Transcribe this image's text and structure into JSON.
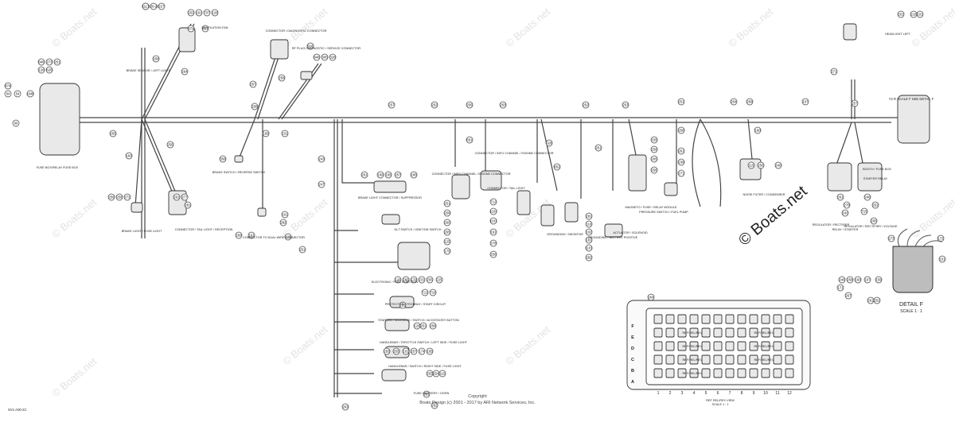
{
  "copyright": [
    "Copyright",
    "Boats Design (c) 2001 - 2017 by ARI Network Services, Inc."
  ],
  "watermark": "© Boats.net",
  "drawing_code": "SV1-A00-2C",
  "detail": {
    "title": "DETAIL F",
    "scale": "SCALE 1 : 1",
    "header": "Y2 R SCALE F  SEE DETAIL F"
  },
  "fusebox": {
    "rows": [
      "F",
      "E",
      "D",
      "C",
      "B",
      "A"
    ],
    "cols": [
      "1",
      "2",
      "3",
      "4",
      "5",
      "6",
      "7",
      "8",
      "9",
      "10",
      "11",
      "12"
    ],
    "labels": [
      "REF/REL/REV",
      "REF/REL/REV",
      "REF/REL/REV",
      "REF/REL/REV",
      "REF/REL/REV",
      "REF/REL/REV",
      "REF/REL/REV"
    ],
    "bottom_label": "REF REL/REV VIEW",
    "bottom_scale": "SCALE 1 : 1"
  },
  "callouts": [
    "221",
    "126-28",
    "227",
    "252",
    "161",
    "707",
    "126",
    "879",
    "831",
    "916",
    "946",
    "305",
    "328",
    "946",
    "273",
    "251",
    "126",
    "628",
    "874",
    "84",
    "54",
    "1048",
    "99",
    "258",
    "264",
    "257",
    "258",
    "258",
    "257",
    "252",
    "256",
    "250",
    "252",
    "253",
    "251",
    "254",
    "258",
    "107",
    "257",
    "255",
    "183",
    "256",
    "358",
    "165",
    "231",
    "243",
    "247",
    "251",
    "160",
    "165",
    "257",
    "185",
    "651",
    "628",
    "652",
    "251",
    "155",
    "256",
    "265",
    "256",
    "258",
    "261",
    "239",
    "271",
    "160",
    "115",
    "256",
    "240",
    "261",
    "278",
    "246",
    "252",
    "242",
    "715",
    "265",
    "261",
    "216",
    "101",
    "271",
    "273",
    "172",
    "151",
    "246",
    "258",
    "160",
    "107",
    "159",
    "171",
    "267",
    "261",
    "252",
    "256",
    "258",
    "272",
    "261",
    "277",
    "281",
    "269",
    "161",
    "101",
    "282",
    "122",
    "251",
    "281",
    "116",
    "102",
    "181",
    "1101",
    "282",
    "712",
    "1103",
    "1101",
    "161",
    "278",
    "256",
    "251",
    "258",
    "260",
    "265",
    "125",
    "175",
    "126",
    "265",
    "170",
    "231",
    "255",
    "225",
    "712",
    "716",
    "165",
    "126",
    "251",
    "258",
    "255",
    "255",
    "101",
    "257",
    "174",
    "165",
    "255",
    "254",
    "115",
    "261",
    "262",
    "263",
    "264",
    "1117"
  ],
  "labels": [
    "FUSE BOX/RELAY FUSE BOX",
    "BRAKE SENSOR / LEFT LIGHT",
    "VENTILATION FAN",
    "CONNECTOR / DIAGNOSTIC CONNECTOR",
    "RF PLUG DIAGNOSTIC / SERVICE CONNECTOR",
    "BRAKE LIGHT / FUSE LIGHT",
    "CONNECTOR / TAIL LIGHT / RECEPTION",
    "BRAKE SWITCH / REVERSE SWITCH",
    "CONNECTOR TO DUAL WIRE CONNECTOR",
    "BRAKE LIGHT CONNECTOR / SUPPRESSOR",
    "DLT SWITCH / IGNITION SWITCH",
    "CONNECTOR / INFO CHANNEL / ENGINE CONNECTOR",
    "CONNECTOR / INFO CHANNEL / ENGINE CONNECTOR",
    "CONNECTOR / TAIL LIGHT",
    "MAGNETO / FUSE / RELAY MODULE",
    "PRESSURE SWITCH / FUEL PUMP",
    "ACTUATOR / SOLENOID",
    "GROUNDING / BATTERY POSITIVE",
    "GROUNDING / NEGATIVE",
    "NOISE FILTER / CONDENSER",
    "STARTER RELAY",
    "REGULATOR / RECTIFIER",
    "REGULATOR / RECTIFIER / VOLTAGE",
    "ELECTRONIC / FUEL INJECTION",
    "BOOTH / FUSE BOX",
    "PROTECTOR / TROUBLE / START CIRCUIT",
    "STARTER / SOLENOID / SWITCH / ACCESSORY BUTTON",
    "HANDLEBAR / THROTTLE SWITCH / LEFT SIDE / FUSE LIGHT",
    "HANDLEBAR / SWITCH / RIGHT SIDE / FUSE LIGHT",
    "FUSE / BATTERY / HORN",
    "RELAY / STARTER",
    "HEADLIGHT LEFT"
  ]
}
